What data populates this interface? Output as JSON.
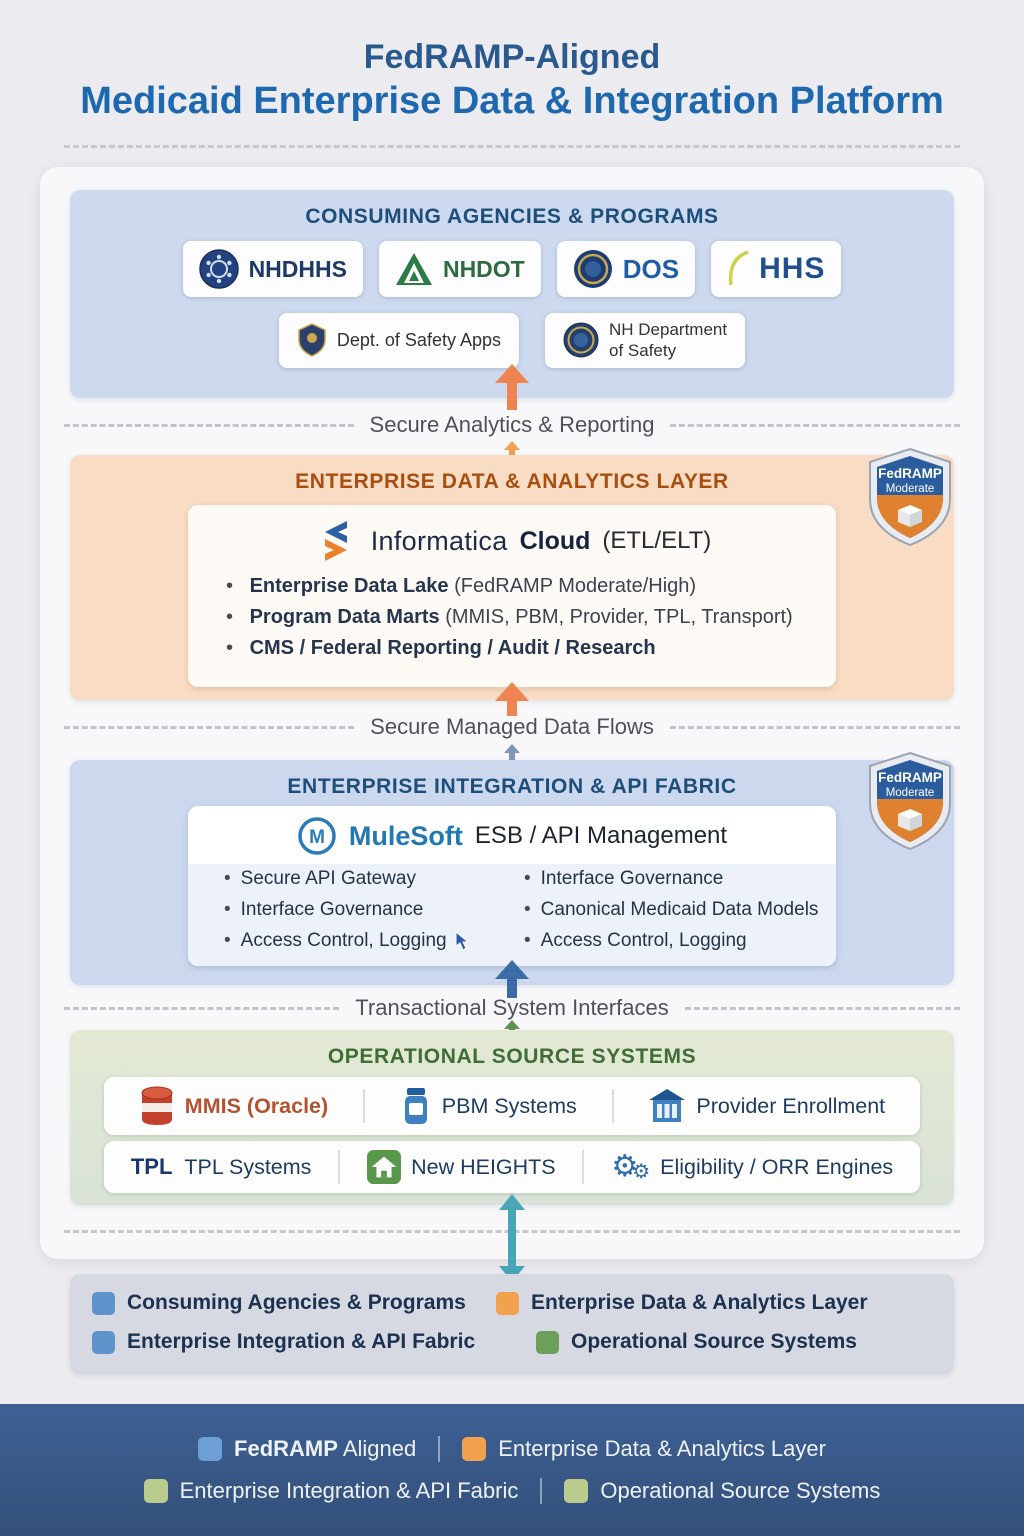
{
  "title": {
    "line1": "FedRAMP-Aligned",
    "line2": "Medicaid Enterprise Data & Integration Platform"
  },
  "consuming": {
    "header": "CONSUMING AGENCIES & PROGRAMS",
    "agencies": [
      {
        "name": "NHDHHS"
      },
      {
        "name": "NHDOT"
      },
      {
        "name": "DOS"
      },
      {
        "name": "HHS"
      }
    ],
    "apps": [
      {
        "name": "Dept. of Safety Apps"
      },
      {
        "line1": "NH Department",
        "line2": "of Safety"
      }
    ]
  },
  "flows": {
    "analytics_reporting": "Secure Analytics & Reporting",
    "managed_data": "Secure Managed Data Flows",
    "transactional": "Transactional System Interfaces"
  },
  "analytics": {
    "header": "ENTERPRISE DATA & ANALYTICS LAYER",
    "badge": {
      "line1": "FedRAMP",
      "line2": "Moderate"
    },
    "product": {
      "brand": "Informatica",
      "name": "Cloud",
      "detail": "(ETL/ELT)"
    },
    "bullets": [
      {
        "main": "Enterprise Data Lake",
        "detail": "(FedRAMP Moderate/High)"
      },
      {
        "main": "Program Data Marts",
        "detail": "(MMIS, PBM, Provider, TPL, Transport)"
      },
      {
        "main": "CMS / Federal Reporting / Audit / Research",
        "detail": ""
      }
    ]
  },
  "integration": {
    "header": "ENTERPRISE INTEGRATION & API FABRIC",
    "badge": {
      "line1": "FedRAMP",
      "line2": "Moderate"
    },
    "product": {
      "brand": "MuleSoft",
      "detail": "ESB / API Management"
    },
    "bullets_left": [
      "Secure API Gateway",
      "Interface Governance",
      "Access Control, Logging"
    ],
    "bullets_right": [
      "Interface Governance",
      "Canonical Medicaid Data Models",
      "Access Control, Logging"
    ]
  },
  "sources": {
    "header": "OPERATIONAL SOURCE SYSTEMS",
    "row1": [
      {
        "name": "MMIS (Oracle)"
      },
      {
        "name": "PBM Systems"
      },
      {
        "name": "Provider Enrollment"
      }
    ],
    "row2": [
      {
        "prefix": "TPL",
        "name": "TPL Systems"
      },
      {
        "name": "New HEIGHTS"
      },
      {
        "name": "Eligibility / ORR Engines"
      }
    ]
  },
  "legend": {
    "items": [
      {
        "label": "Consuming Agencies & Programs",
        "color": "#5e93cc"
      },
      {
        "label": "Enterprise Data & Analytics Layer",
        "color": "#f2a24f"
      },
      {
        "label": "Enterprise Integration & API Fabric",
        "color": "#5e93cc"
      },
      {
        "label": "Operational Source Systems",
        "color": "#6ca05a"
      }
    ]
  },
  "footer": {
    "items": [
      {
        "bold": "FedRAMP",
        "label": " Aligned",
        "color": "#6e9ed6"
      },
      {
        "bold": "",
        "label": "Enterprise Data & Analytics Layer",
        "color": "#f2a24f"
      },
      {
        "bold": "",
        "label": "Enterprise Integration & API Fabric",
        "color": "#b9cc8e"
      },
      {
        "bold": "",
        "label": "Operational Source Systems",
        "color": "#b9cc8e"
      }
    ]
  }
}
